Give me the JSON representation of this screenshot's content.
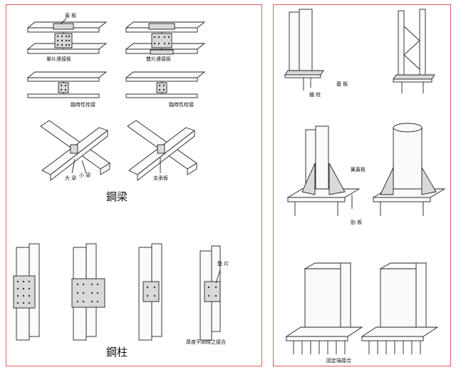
{
  "left": {
    "labels": {
      "cover_plate": "蓋 板",
      "single_splice": "單片連接板",
      "double_splice": "雙片連接板",
      "temp_bolt_1": "臨時性栓接",
      "temp_bolt_2": "臨時性栓接",
      "main_beam": "大 梁",
      "small_beam": "小 梁",
      "bearing_plate": "支承板",
      "steel_beam_title": "鋼梁",
      "filler_plate": "墊 片",
      "different_thickness": "厚度不同時之接合",
      "steel_column_title": "鋼柱"
    }
  },
  "right": {
    "labels": {
      "base_plate": "基 板",
      "anchor_bolt": "錨 栓",
      "wing_plate": "翼蓋板",
      "rib_plate": "肋 板",
      "fixed_end": "固定端接合"
    }
  },
  "colors": {
    "frame": "#e05a5a",
    "line": "#222222"
  }
}
